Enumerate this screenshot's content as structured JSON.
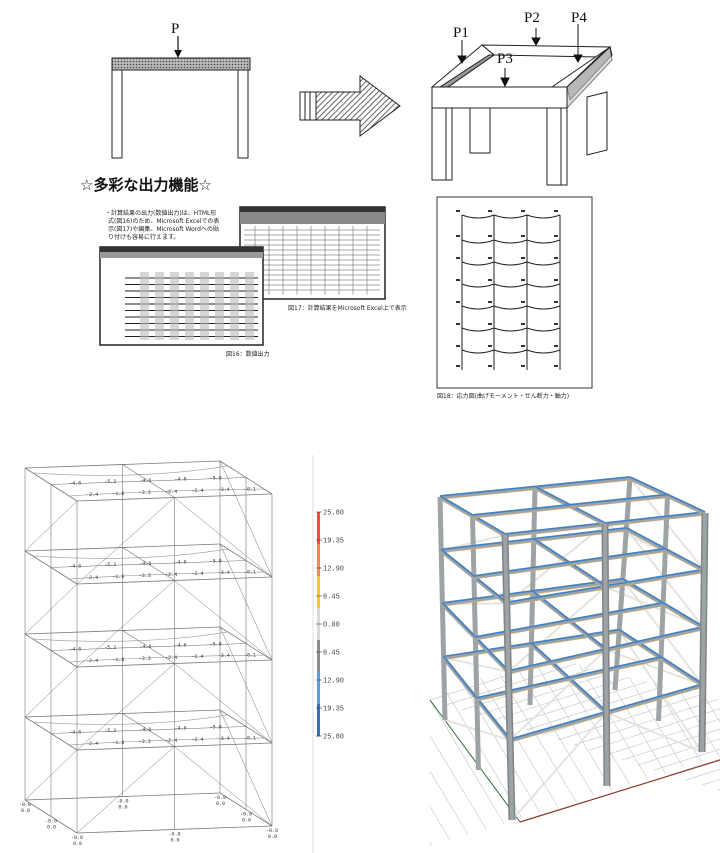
{
  "top_left_frame": {
    "load_label": "P"
  },
  "top_right_frame": {
    "load_labels": [
      "P1",
      "P2",
      "P3",
      "P4"
    ]
  },
  "features": {
    "heading": "☆多彩な出力機能☆",
    "paragraph_lines": [
      "・計算結果の出力(数値出力)は、HTML形",
      "式(図16)のため、Microsoft Excelでの表",
      "示(図17)や編集、Microsoft Wordへの貼",
      "り付けも容易に行えます。"
    ],
    "fig16_caption": "図16：数値出力",
    "fig17_caption": "図17：計算結果をMicrosoft Excel上で表示",
    "fig18_caption": "図18：応力図(曲げモーメント・せん断力・軸力)"
  },
  "wireframe": {
    "floor_labels": [
      "-2.4",
      "-1.8",
      "-3.3",
      "-2.4",
      "-2.4",
      "-3.4",
      "-0.1"
    ],
    "level_labels": [
      "-4.6",
      "-5.2",
      "-4.6",
      "-4.6",
      "-5.0"
    ],
    "base_labels": [
      "-0.0",
      "0.0"
    ]
  },
  "colorbar": {
    "ticks": [
      "25.80",
      "19.35",
      "12.90",
      "6.45",
      "0.00",
      "6.45",
      "12.90",
      "19.35",
      "25.80"
    ],
    "colors": [
      "#e5533f",
      "#f08a4b",
      "#f5c542",
      "#d8d8d8",
      "#8c8c8c",
      "#5c9be0",
      "#3a6fc0"
    ]
  },
  "render": {
    "member_color": "#9ea3a6",
    "beam_accent": "#3d82c9",
    "grid_color": "#c8ccd0"
  }
}
